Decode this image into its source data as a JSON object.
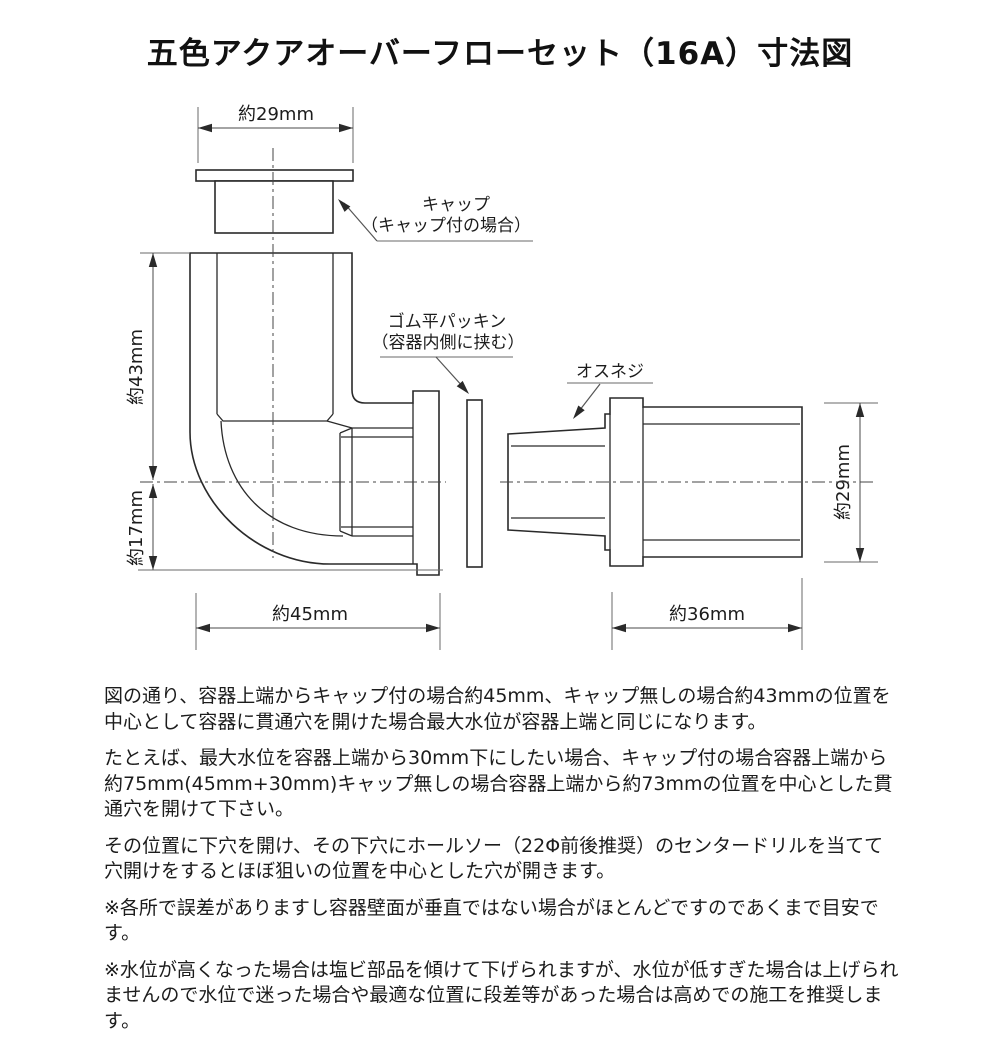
{
  "title": "五色アクアオーバーフローセット（16A）寸法図",
  "diagram": {
    "dimensions": {
      "cap_width": "約29mm",
      "elbow_upper_height": "約43mm",
      "elbow_lower_height": "約17mm",
      "elbow_width": "約45mm",
      "adapter_length": "約36mm",
      "adapter_diameter": "約29mm"
    },
    "labels": {
      "cap": "キャップ",
      "cap_note": "（キャップ付の場合）",
      "packing": "ゴム平パッキン",
      "packing_note": "（容器内側に挟む）",
      "male_thread": "オスネジ"
    }
  },
  "notes": [
    "図の通り、容器上端からキャップ付の場合約45mm、キャップ無しの場合約43mmの位置を中心として容器に貫通穴を開けた場合最大水位が容器上端と同じになります。",
    "たとえば、最大水位を容器上端から30mm下にしたい場合、キャップ付の場合容器上端から約75mm(45mm+30mm)キャップ無しの場合容器上端から約73mmの位置を中心とした貫通穴を開けて下さい。",
    "その位置に下穴を開け、その下穴にホールソー（22Φ前後推奨）のセンタードリルを当てて穴開けをするとほぼ狙いの位置を中心とした穴が開きます。",
    "※各所で誤差がありますし容器壁面が垂直ではない場合がほとんどですのであくまで目安です。",
    "※水位が高くなった場合は塩ビ部品を傾けて下げられますが、水位が低すぎた場合は上げられませんので水位で迷った場合や最適な位置に段差等があった場合は高めでの施工を推奨します。"
  ],
  "colors": {
    "background": "#ffffff",
    "line": "#2a2a2a",
    "dimension_line": "#4a4a4a",
    "text": "#1c1c1c"
  }
}
